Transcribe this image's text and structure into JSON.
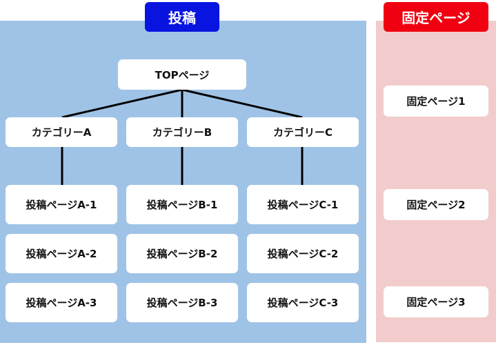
{
  "posts": {
    "title": "投稿",
    "top": "TOPページ",
    "categories": [
      {
        "label": "カテゴリーA",
        "pages": [
          "投稿ページA-1",
          "投稿ページA-2",
          "投稿ページA-3"
        ]
      },
      {
        "label": "カテゴリーB",
        "pages": [
          "投稿ページB-1",
          "投稿ページB-2",
          "投稿ページB-3"
        ]
      },
      {
        "label": "カテゴリーC",
        "pages": [
          "投稿ページC-1",
          "投稿ページC-2",
          "投稿ページC-3"
        ]
      }
    ]
  },
  "fixed": {
    "title": "固定ページ",
    "pages": [
      "固定ページ1",
      "固定ページ2",
      "固定ページ3"
    ]
  },
  "colors": {
    "posts_bg": "#9fc3e6",
    "fixed_bg": "#f2cccc",
    "posts_badge": "#0a14e0",
    "fixed_badge": "#f00010"
  }
}
